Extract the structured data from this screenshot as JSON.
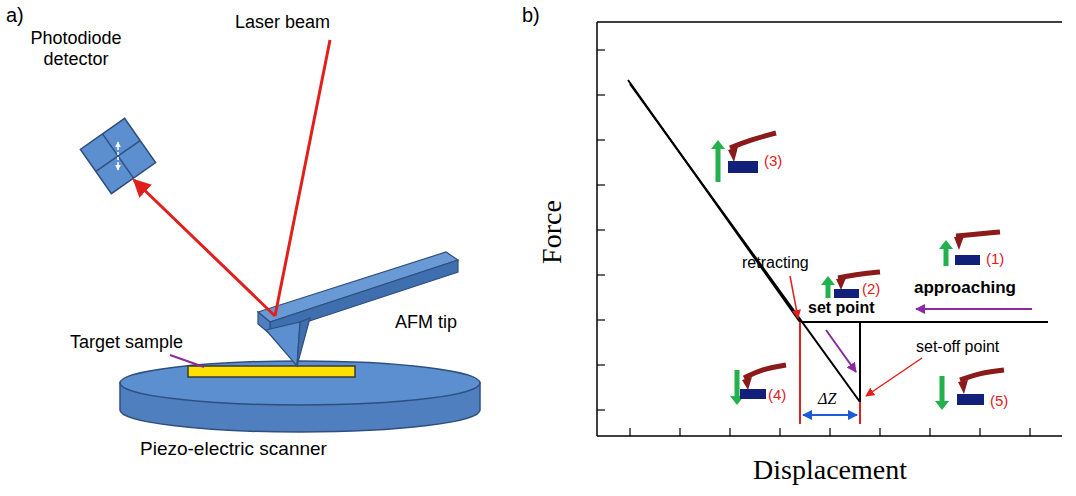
{
  "diagram": {
    "labels": [
      "a)",
      "Photodiode detector",
      "Laser beam",
      "Target sample",
      "AFM tip",
      "Piezo-electric scanner",
      "b)",
      "Force",
      "Displacement",
      "retracting",
      "approaching",
      "set point",
      "set-off point",
      "ΔZ",
      "(1)",
      "(2)",
      "(3)",
      "(4)",
      "(5)"
    ]
  }
}
